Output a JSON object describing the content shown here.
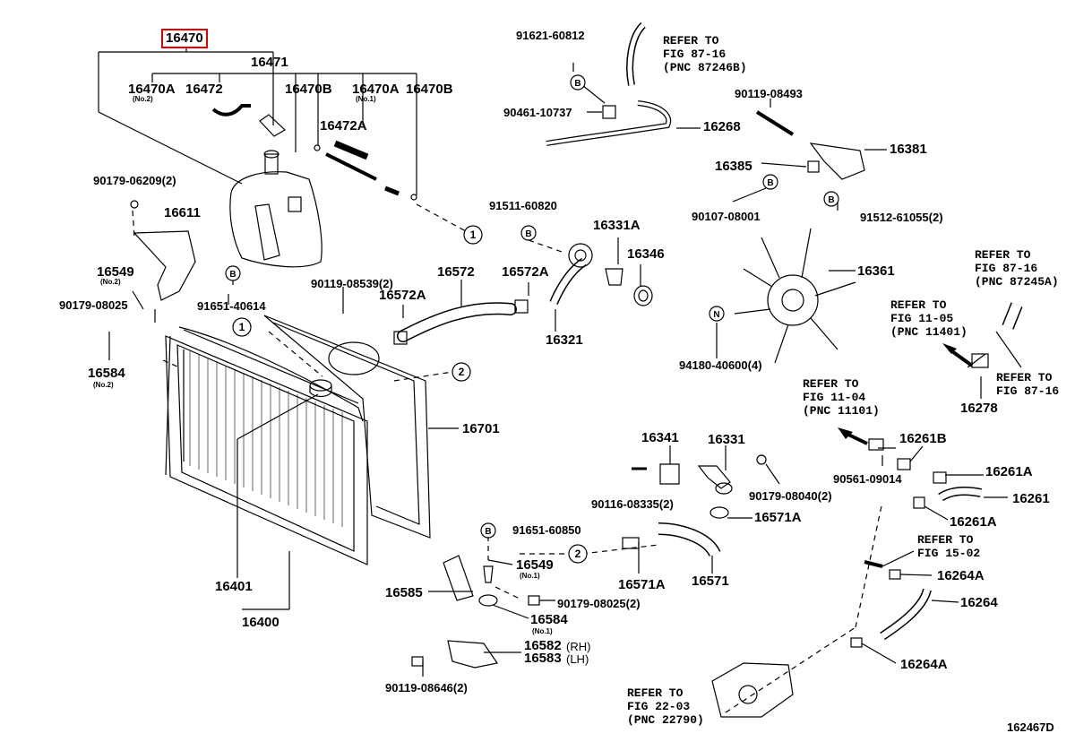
{
  "diagram": {
    "code": "162467D",
    "highlight": "16470",
    "parts": {
      "p16471": "16471",
      "p16470A": "16470A",
      "p16470A_no": "(No.2)",
      "p16472": "16472",
      "p16470B_1": "16470B",
      "p16470A_2": "16470A",
      "p16470A_2_no": "(No.1)",
      "p16470B_2": "16470B",
      "p16472A": "16472A",
      "p16611": "16611",
      "p16549_top": "16549",
      "p16549_top_no": "(No.2)",
      "p16584_top": "16584",
      "p16584_top_no": "(No.2)",
      "p16572": "16572",
      "p16572A_1": "16572A",
      "p16572A_2": "16572A",
      "p16321": "16321",
      "p16331A": "16331A",
      "p16346": "16346",
      "p16268": "16268",
      "p16381": "16381",
      "p16385": "16385",
      "p16361": "16361",
      "p16278": "16278",
      "p16701": "16701",
      "p16401": "16401",
      "p16400": "16400",
      "p16341": "16341",
      "p16331": "16331",
      "p16261B": "16261B",
      "p16261A_1": "16261A",
      "p16261": "16261",
      "p16261A_2": "16261A",
      "p16571A_1": "16571A",
      "p16571A_2": "16571A",
      "p16571": "16571",
      "p16549_bot": "16549",
      "p16549_bot_no": "(No.1)",
      "p16585": "16585",
      "p16584_bot": "16584",
      "p16584_bot_no": "(No.1)",
      "p16582": "16582",
      "p16582_side": "(RH)",
      "p16583": "16583",
      "p16583_side": "(LH)",
      "p16264A_1": "16264A",
      "p16264": "16264",
      "p16264A_2": "16264A"
    },
    "bolts": {
      "b91621": "91621-60812",
      "b90461": "90461-10737",
      "b90119_08493": "90119-08493",
      "b90107": "90107-08001",
      "b91512": "91512-61055(2)",
      "b90179_06209": "90179-06209(2)",
      "b91511": "91511-60820",
      "b91651_40614": "91651-40614",
      "b90119_08539": "90119-08539(2)",
      "b90179_08025_top": "90179-08025",
      "b94180": "94180-40600(4)",
      "b90561": "90561-09014",
      "b90116": "90116-08335(2)",
      "b90179_08040": "90179-08040(2)",
      "b91651_60850": "91651-60850",
      "b90179_08025_bot": "90179-08025(2)",
      "b90119_08646": "90119-08646(2)"
    },
    "refs": {
      "r1_a": "REFER TO",
      "r1_b": "FIG 87-16",
      "r1_c": "(PNC 87246B)",
      "r2_a": "REFER TO",
      "r2_b": "FIG 87-16",
      "r2_c": "(PNC 87245A)",
      "r3_a": "REFER TO",
      "r3_b": "FIG 11-05",
      "r3_c": "(PNC 11401)",
      "r4_a": "REFER TO",
      "r4_b": "FIG 87-16",
      "r5_a": "REFER TO",
      "r5_b": "FIG 11-04",
      "r5_c": "(PNC 11101)",
      "r6_a": "REFER TO",
      "r6_b": "FIG 15-02",
      "r7_a": "REFER TO",
      "r7_b": "FIG 22-03",
      "r7_c": "(PNC 22790)"
    },
    "symbols": {
      "bolt": "B",
      "nut": "N",
      "c1": "1",
      "c2": "2"
    }
  }
}
